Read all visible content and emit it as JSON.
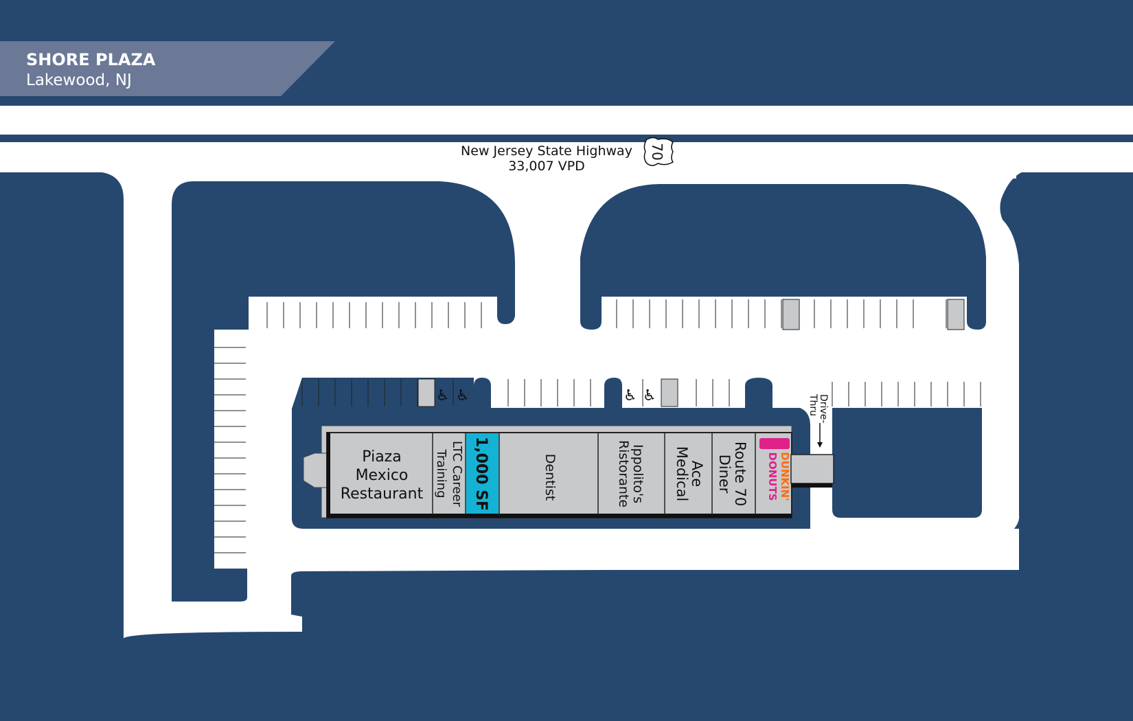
{
  "header": {
    "title": "SHORE PLAZA",
    "subtitle": "Lakewood, NJ"
  },
  "highway": {
    "name": "New Jersey State Highway",
    "traffic": "33,007 VPD",
    "route_number": "70"
  },
  "tenants": {
    "piaza_mexico": [
      "Piaza",
      "Mexico",
      "Restaurant"
    ],
    "ltc": [
      "LTC Career",
      "Training"
    ],
    "available": "1,000 SF",
    "dentist": "Dentist",
    "ippolitos": [
      "Ippolito's",
      "Ristorante"
    ],
    "ace_medical": [
      "Ace",
      "Medical"
    ],
    "route70": [
      "Route 70",
      "Diner"
    ],
    "dunkin": [
      "DUNKIN'",
      "DONUTS"
    ]
  },
  "drive_thru": [
    "Drive-",
    "Thru"
  ],
  "icons": {
    "accessible": "wheelchair-icon",
    "route_shield": "us-route-shield-icon"
  },
  "colors": {
    "background": "#26486f",
    "pavement": "#ffffff",
    "building": "#c8c9cb",
    "available": "#14b3d6",
    "header_band": "#6b7896",
    "dunkin_pink": "#e0218a",
    "dunkin_orange": "#ff6c0c"
  }
}
